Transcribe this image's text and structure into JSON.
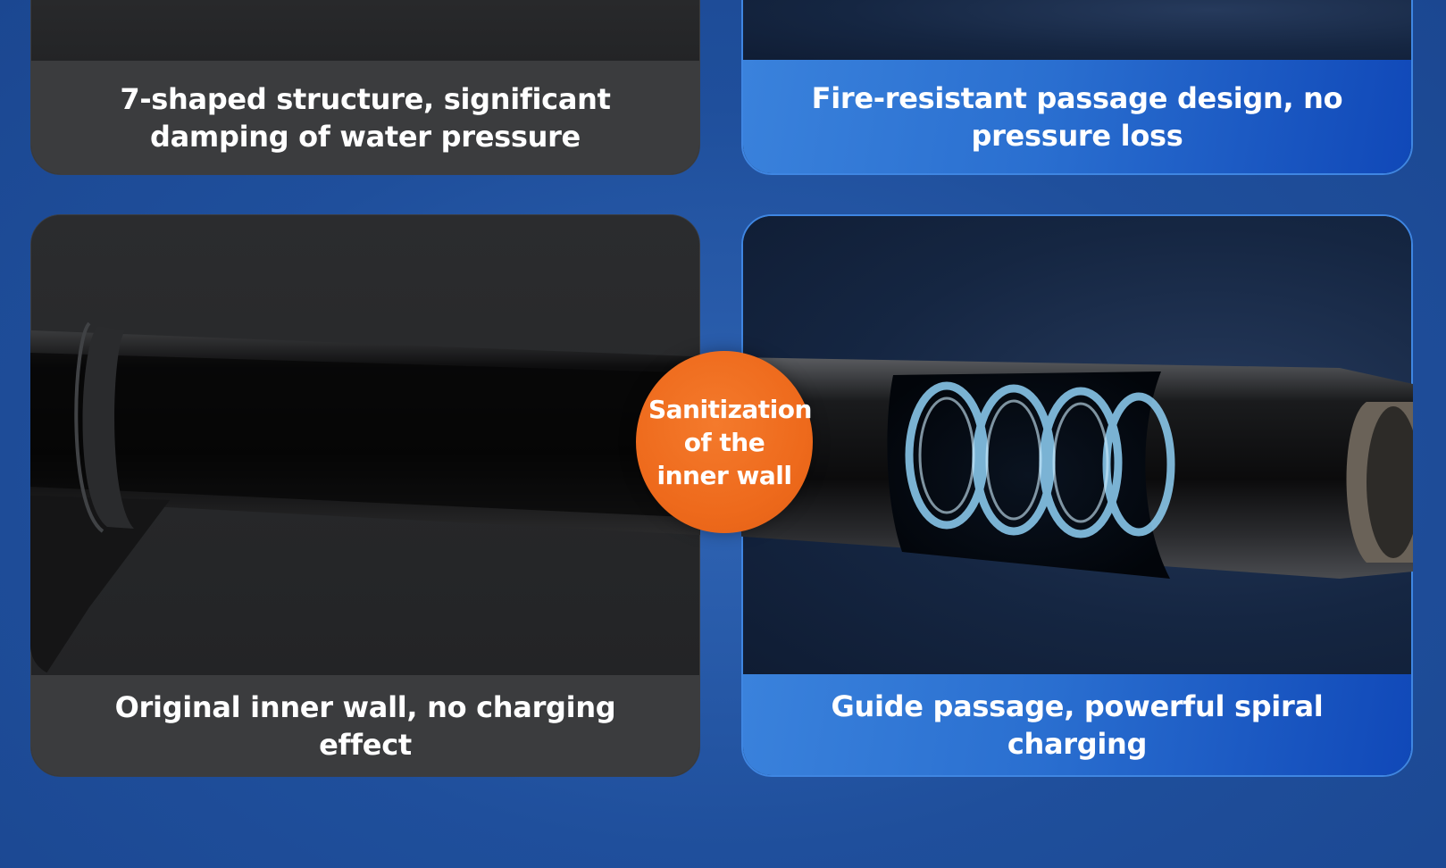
{
  "cards": {
    "top_left": {
      "caption": "7-shaped structure, significant damping of water pressure"
    },
    "top_right": {
      "caption": "Fire-resistant passage design, no pressure loss"
    },
    "bottom_left": {
      "caption": "Original inner wall, no charging effect"
    },
    "bottom_right": {
      "caption": "Guide passage, powerful spiral charging"
    }
  },
  "badge": {
    "text": "Sanitization of the inner wall"
  },
  "colors": {
    "background": "#1f4f9c",
    "dark_card": "#262728",
    "dark_caption": "#3b3c3e",
    "blue_caption": "#2a6fd0",
    "badge": "#ee6a1c"
  }
}
